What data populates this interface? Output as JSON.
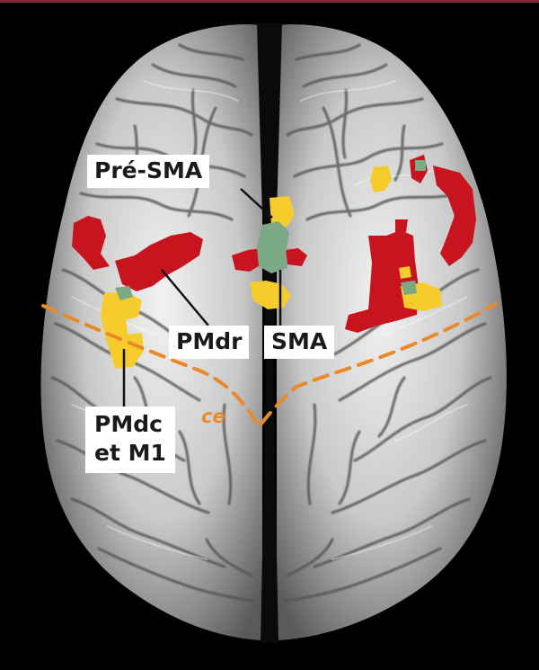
{
  "colors": {
    "activation_red": "#c8141e",
    "activation_yellow": "#f5cc2c",
    "activation_green": "#7aa984",
    "sulcus_line": "#e98a2a",
    "label_background": "#ffffff"
  },
  "labels": {
    "pre_sma": "Pré-SMA",
    "pmdr": "PMdr",
    "sma": "SMA",
    "pmdc_line1": "PMdc",
    "pmdc_line2": "et M1",
    "ce": "ce"
  }
}
